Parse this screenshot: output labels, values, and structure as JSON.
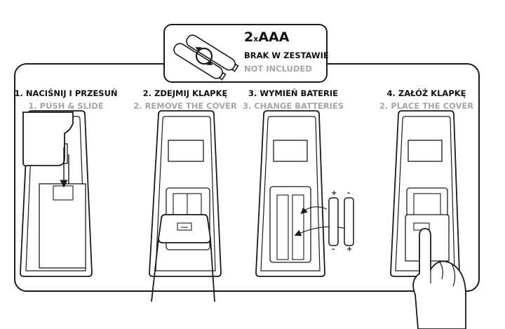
{
  "battery_info": {
    "count_prefix": "2",
    "count_x": "x",
    "battery_type": "AAA",
    "line_pl": "BRAK W ZESTAWIE",
    "line_en": "NOT INCLUDED",
    "icon": "batteries-swap-icon"
  },
  "steps": [
    {
      "label_pl": "1. NACIŚNIJ I PRZESUŃ",
      "label_en": "1. PUSH & SLIDE",
      "icon": "push-slide-hand-icon"
    },
    {
      "label_pl": "2. ZDEJMIJ KLAPKĘ",
      "label_en": "2. REMOVE THE COVER",
      "icon": "remove-cover-icon"
    },
    {
      "label_pl": "3. WYMIEŃ BATERIE",
      "label_en": "3. CHANGE BATTERIES",
      "icon": "change-batteries-icon"
    },
    {
      "label_pl": "4. ZAŁÓŻ KLAPKĘ",
      "label_en": "2. PLACE THE COVER",
      "icon": "place-cover-hand-icon"
    }
  ],
  "polarity": {
    "plus": "+",
    "minus": "-"
  },
  "colors": {
    "line": "#1a1a1a",
    "secondary_text": "#a6a6a6"
  }
}
